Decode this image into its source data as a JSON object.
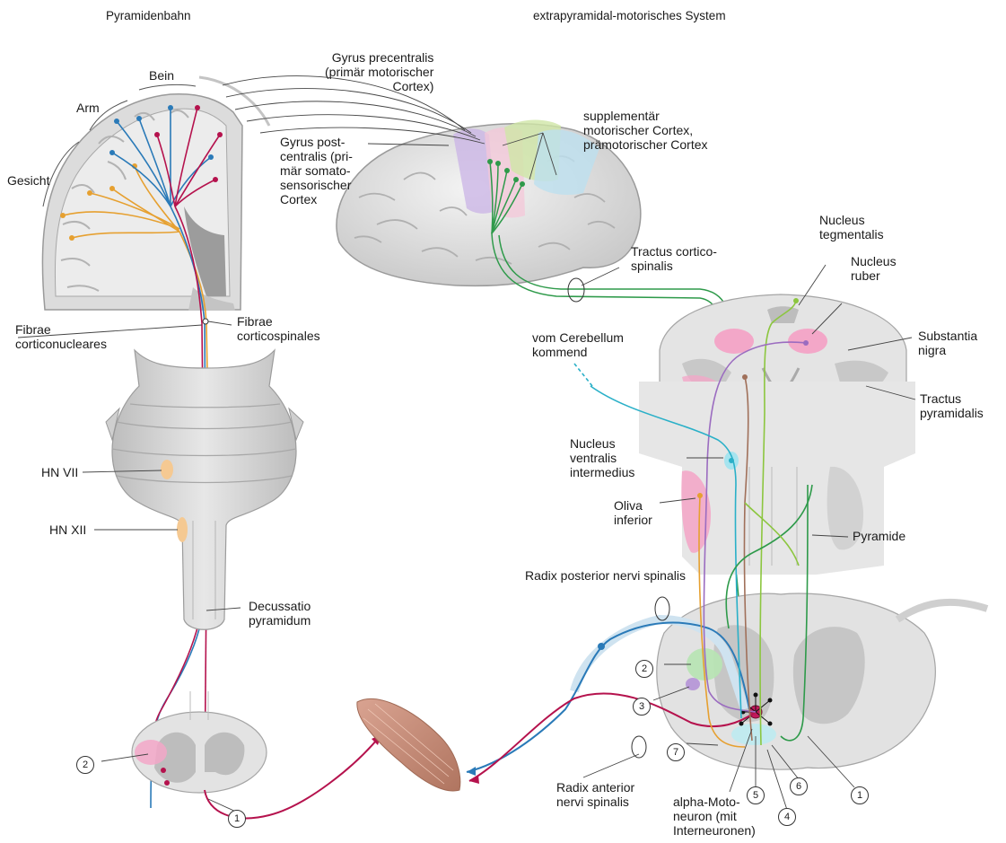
{
  "headings": {
    "left": "Pyramidenbahn",
    "right": "extrapyramidal-motorisches System"
  },
  "labels": {
    "gesicht": "Gesicht",
    "arm": "Arm",
    "bein": "Bein",
    "gyrus_precentralis": "Gyrus precentralis\n(primär motorischer\nCortex)",
    "gyrus_postcentralis": "Gyrus post-\ncentralis (pri-\nmär somato-\nsensorischer\nCortex",
    "supplementaer": "supplementär\nmotorischer Cortex,\nprämotorischer Cortex",
    "fibrae_corticonucleares": "Fibrae\ncorticonucleares",
    "fibrae_corticospinales": "Fibrae\ncorticospinales",
    "hn_vii": "HN VII",
    "hn_xii": "HN XII",
    "decussatio": "Decussatio\npyramidum",
    "tractus_corticospinalis": "Tractus cortico-\nspinalis",
    "nucleus_tegmentalis": "Nucleus\ntegmentalis",
    "nucleus_ruber": "Nucleus\nruber",
    "substantia_nigra": "Substantia\nnigra",
    "vom_cerebellum": "vom Cerebellum\nkommend",
    "tractus_pyramidalis": "Tractus\npyramidalis",
    "nucleus_ventralis": "Nucleus\nventralis\nintermedius",
    "oliva_inferior": "Oliva\ninferior",
    "pyramide": "Pyramide",
    "radix_posterior": "Radix posterior nervi spinalis",
    "radix_anterior": "Radix anterior\nnervi spinalis",
    "alpha_motoneuron": "alpha-Moto-\nneuron (mit\nInterneuronen)"
  },
  "numbers": {
    "left_2": "2",
    "left_1": "1",
    "right_2": "2",
    "right_3": "3",
    "right_7": "7",
    "right_5": "5",
    "right_4": "4",
    "right_6": "6",
    "right_1": "1"
  },
  "colors": {
    "pyramidal_red": "#b5124d",
    "pyramidal_blue": "#2a7ab8",
    "corticonuclear_orange": "#e6a030",
    "extrapyramidal_green": "#2e9a4a",
    "light_green": "#8cc63f",
    "purple": "#9b6cc0",
    "brown": "#a0705a",
    "cyan": "#2ab0c8",
    "pink_region": "#f3a7c8",
    "tissue_gray": "#d9d9d9",
    "muscle": "#c9907a"
  }
}
